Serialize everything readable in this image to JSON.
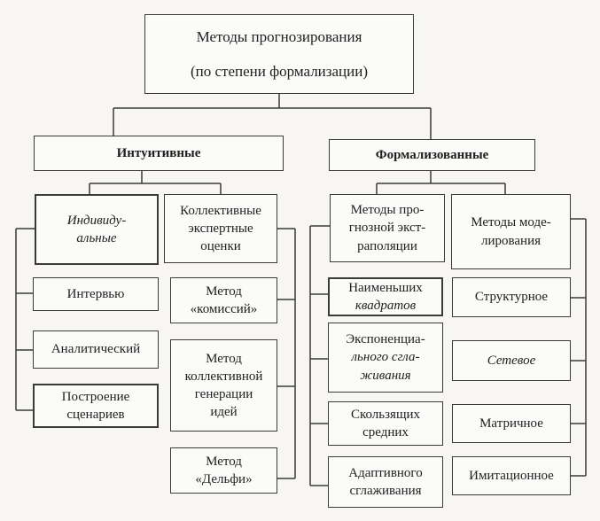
{
  "diagram": {
    "title": "Методы прогнозирования",
    "subtitle": "(по степени формализации)",
    "intuitive": {
      "label": "Интуитивные",
      "individual": {
        "label": "Индивиду-\nальные",
        "items": [
          "Интервью",
          "Аналитический",
          "Построение\nсценариев"
        ]
      },
      "collective": {
        "label": "Коллективные\nэкспертные\nоценки",
        "items": [
          "Метод\n«комиссий»",
          "Метод\nколлективной\nгенерации\nидей",
          "Метод\n«Дельфи»"
        ]
      }
    },
    "formalized": {
      "label": "Формализованные",
      "extrapolation": {
        "label": "Методы про-\nгнозной экст-\nраполяции",
        "items": [
          {
            "plain": "Наименьших",
            "italic": "квадратов"
          },
          {
            "plain": "Экспоненциа-",
            "italic": "льного сгла-\nживания"
          },
          {
            "plain": "Скользящих\nсредних",
            "italic": ""
          },
          {
            "plain": "Адаптивного\nсглаживания",
            "italic": ""
          }
        ]
      },
      "modeling": {
        "label": "Методы моде-\nлирования",
        "items": [
          "Структурное",
          "Сетевое",
          "Матричное",
          "Имитационное"
        ]
      }
    }
  }
}
